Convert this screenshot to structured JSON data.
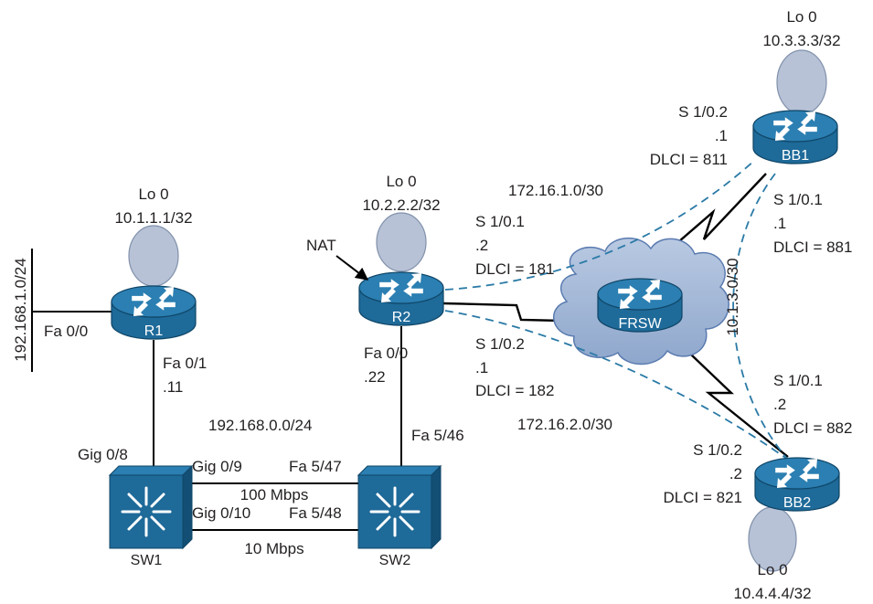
{
  "colors": {
    "device": "#1e6a99",
    "device_top": "#2b7fb2",
    "loopback": "#b7c2d6",
    "cloud": "#9db3d4",
    "pvc_dash": "#2a7aa6"
  },
  "icons": {
    "router": "router-icon",
    "switch": "multilayer-switch-icon",
    "cloud": "frame-relay-cloud-icon",
    "loopback": "loopback-icon"
  },
  "devices": {
    "r1": {
      "name": "R1"
    },
    "r2": {
      "name": "R2"
    },
    "frsw": {
      "name": "FRSW"
    },
    "bb1": {
      "name": "BB1"
    },
    "bb2": {
      "name": "BB2"
    },
    "sw1": {
      "name": "SW1"
    },
    "sw2": {
      "name": "SW2"
    }
  },
  "r1": {
    "lo": "Lo 0",
    "lo_ip": "10.1.1.1/32",
    "fa00": "Fa 0/0",
    "fa01": "Fa 0/1",
    "fa01_ip": ".11",
    "lan": "192.168.1.0/24"
  },
  "r2": {
    "lo": "Lo 0",
    "lo_ip": "10.2.2.2/32",
    "nat": "NAT",
    "fa00": "Fa 0/0",
    "fa00_ip": ".22",
    "s101": "S 1/0.1",
    "s101_ip": ".2",
    "s101_dlci": "DLCI = 181",
    "s102": "S 1/0.2",
    "s102_ip": ".1",
    "s102_dlci": "DLCI = 182"
  },
  "bb1": {
    "lo": "Lo 0",
    "lo_ip": "10.3.3.3/32",
    "s102": "S 1/0.2",
    "s102_ip": ".1",
    "s102_dlci": "DLCI = 811",
    "s101": "S 1/0.1",
    "s101_ip": ".1",
    "s101_dlci": "DLCI = 881"
  },
  "bb2": {
    "lo": "Lo 0",
    "lo_ip": "10.4.4.4/32",
    "s101": "S 1/0.1",
    "s101_ip": ".2",
    "s101_dlci": "DLCI = 882",
    "s102": "S 1/0.2",
    "s102_ip": ".2",
    "s102_dlci": "DLCI = 821"
  },
  "subnets": {
    "s1": "172.16.1.0/30",
    "s2": "172.16.2.0/30",
    "s3": "10.1.3.0/30",
    "lan0": "192.168.0.0/24"
  },
  "switches": {
    "sw1_g08": "Gig 0/8",
    "sw1_g09": "Gig 0/9",
    "sw1_g010": "Gig 0/10",
    "sw2_f546": "Fa 5/46",
    "sw2_f547": "Fa 5/47",
    "sw2_f548": "Fa 5/48",
    "speed1": "100 Mbps",
    "speed2": "10 Mbps"
  }
}
